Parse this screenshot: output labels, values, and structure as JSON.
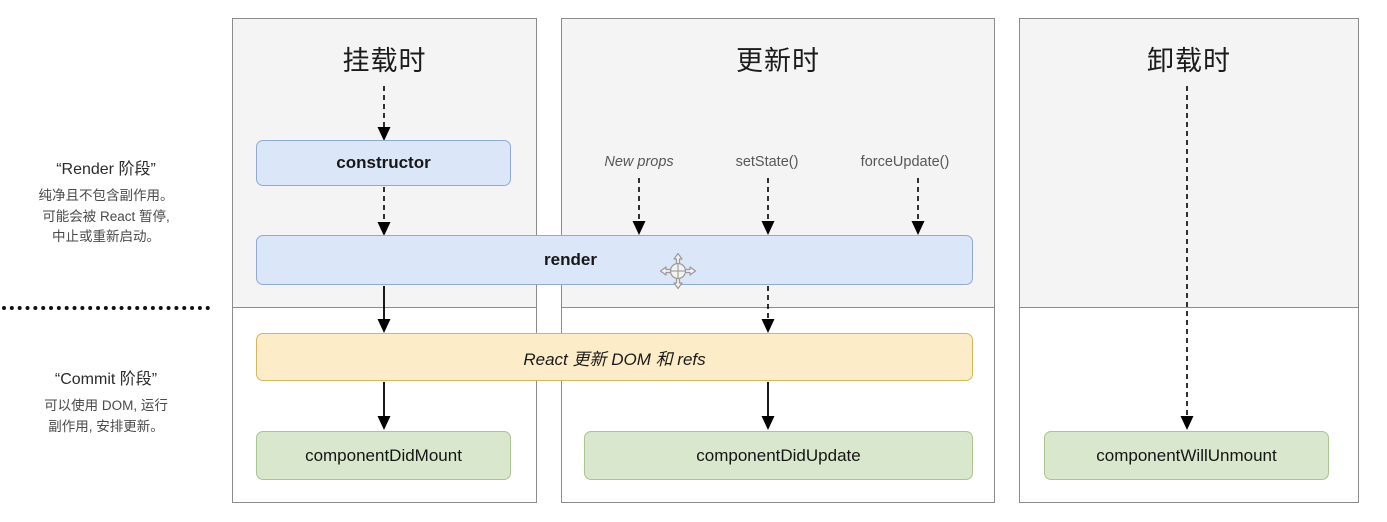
{
  "legend": {
    "render_phase": {
      "title": "“Render 阶段”",
      "line1": "纯净且不包含副作用。",
      "line2": "可能会被 React 暂停,",
      "line3": "中止或重新启动。"
    },
    "commit_phase": {
      "title": "“Commit 阶段”",
      "line1": "可以使用 DOM, 运行",
      "line2": "副作用, 安排更新。"
    }
  },
  "columns": [
    {
      "id": "mount",
      "title": "挂载时"
    },
    {
      "id": "update",
      "title": "更新时"
    },
    {
      "id": "unmount",
      "title": "卸载时"
    }
  ],
  "nodes": {
    "constructor": "constructor",
    "render": "render",
    "react_dom": "React 更新 DOM 和 refs",
    "component_did_mount": "componentDidMount",
    "component_did_update": "componentDidUpdate",
    "component_will_unmount": "componentWillUnmount"
  },
  "triggers": {
    "new_props": "New props",
    "set_state": "setState()",
    "force_update": "forceUpdate()"
  },
  "cursor": {
    "kind": "move-cursor"
  },
  "colors": {
    "render_box": "#dbe6f9",
    "render_border": "#8fa9d8",
    "commit_box": "#fcedc8",
    "commit_border": "#d9b55e",
    "lifecycle_box": "#d9e7cd",
    "lifecycle_border": "#a9c590",
    "panel_bg": "#f4f4f4",
    "panel_border": "#8c8c8c",
    "arrow": "#000000"
  }
}
